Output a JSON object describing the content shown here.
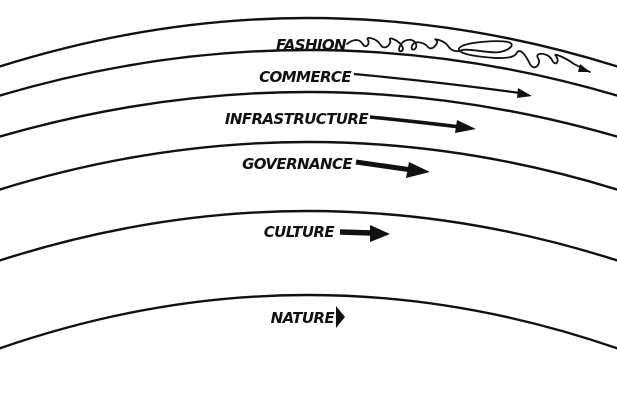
{
  "diagram": {
    "layers": [
      {
        "label": "FASHION",
        "arrow_style": "squiggle"
      },
      {
        "label": "COMMERCE",
        "arrow_style": "thin"
      },
      {
        "label": "INFRASTRUCTURE",
        "arrow_style": "medium"
      },
      {
        "label": "GOVERNANCE",
        "arrow_style": "thick"
      },
      {
        "label": "CULTURE",
        "arrow_style": "short-thick"
      },
      {
        "label": "NATURE",
        "arrow_style": "triangle"
      }
    ],
    "colors": {
      "ink": "#111111",
      "background": "#ffffff"
    }
  }
}
